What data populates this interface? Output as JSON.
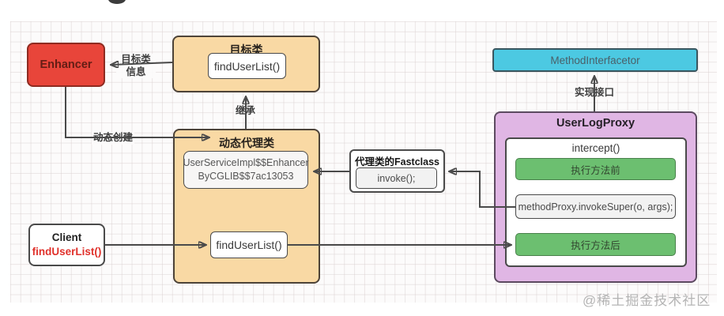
{
  "colors": {
    "tan_fill": "#f9d9a4",
    "red_fill": "#e8453a",
    "cyan_fill": "#4cc9e2",
    "purple_fill": "#e0b6e4",
    "green_fill": "#6cbf70",
    "grey_fill": "#f2f2f2",
    "arrow": "#4a4a4a",
    "client_method_red": "#e0312b"
  },
  "nodes": {
    "enhancer": {
      "label": "Enhancer"
    },
    "target_class": {
      "title": "目标类",
      "method": "findUserList()"
    },
    "proxy_class": {
      "title": "动态代理类",
      "class_name_line1": "UserServiceImpl$$Enhancer",
      "class_name_line2": "ByCGLIB$$7ac13053",
      "method": "findUserList()"
    },
    "fastclass": {
      "title": "代理类的Fastclass",
      "method": "invoke();"
    },
    "method_interceptor": {
      "label": "MethodInterfacetor"
    },
    "user_log_proxy": {
      "title": "UserLogProxy",
      "method": "intercept()",
      "step_before": "执行方法前",
      "invoke_call": "methodProxy.invokeSuper(o, args);",
      "step_after": "执行方法后"
    },
    "client": {
      "title": "Client",
      "method": "findUserList()"
    }
  },
  "edge_labels": {
    "target_info_line1": "目标类",
    "target_info_line2": "信息",
    "dynamic_create": "动态创建",
    "inherit": "继承",
    "implement_interface": "实现接口"
  },
  "watermark": "@稀土掘金技术社区"
}
